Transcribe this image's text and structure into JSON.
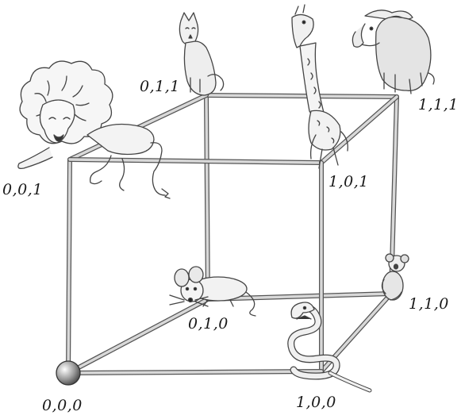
{
  "vertex_labels": {
    "v000": "0,0,0",
    "v100": "1,0,0",
    "v010": "0,1,0",
    "v110": "1,1,0",
    "v001": "0,0,1",
    "v101": "1,0,1",
    "v011": "0,1,1",
    "v111": "1,1,1"
  },
  "animals": {
    "v000": "ball",
    "v100": "snake",
    "v010": "mouse",
    "v110": "koala",
    "v001": "lion",
    "v101": "giraffe",
    "v011": "cat",
    "v111": "elephant"
  },
  "colors": {
    "edge": "#b0b0b0",
    "edge_outline": "#555555",
    "drawing": "#444444",
    "fill": "#eeeeee",
    "label": "#1a1a1a"
  }
}
